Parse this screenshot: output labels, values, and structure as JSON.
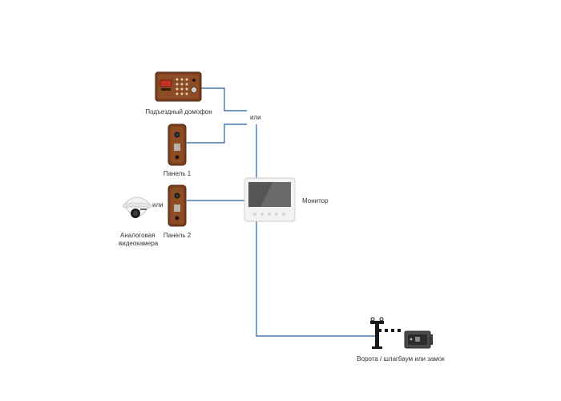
{
  "labels": {
    "intercom": "Подъездный домофон",
    "or_top": "или",
    "panel1": "Панель 1",
    "monitor": "Монитор",
    "or_left": "или",
    "camera_line1": "Аналоговая",
    "camera_line2": "видеокамера",
    "panel2": "Панель 2",
    "gate": "Ворота / шлагбаум или замок"
  },
  "colors": {
    "wire": "#1f5fa8",
    "bronze": "#8a4a22",
    "bronze_dark": "#5a2e14",
    "monitor_body": "#f2f2f2",
    "screen": "#5a5a5a"
  }
}
